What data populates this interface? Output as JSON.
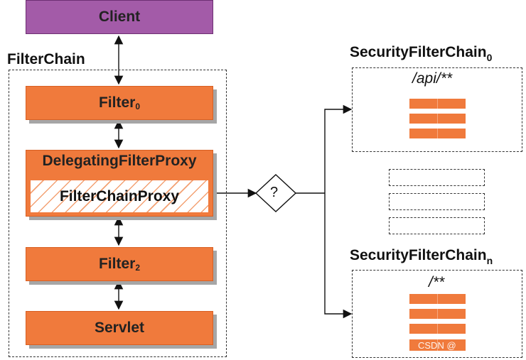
{
  "diagram": {
    "client": {
      "label": "Client"
    },
    "filter_chain": {
      "label": "FilterChain",
      "filter0": {
        "base": "Filter",
        "subscript": "0"
      },
      "delegating_proxy": {
        "label": "DelegatingFilterProxy"
      },
      "filter_chain_proxy": {
        "label": "FilterChainProxy"
      },
      "filter2": {
        "base": "Filter",
        "subscript": "2"
      },
      "servlet": {
        "label": "Servlet"
      }
    },
    "decision": {
      "label": "?"
    },
    "security_chain_0": {
      "base": "SecurityFilterChain",
      "subscript": "0",
      "pattern": "/api/**"
    },
    "security_chain_n": {
      "base": "SecurityFilterChain",
      "subscript": "n",
      "pattern": "/**"
    },
    "watermark": "CSDN @"
  },
  "colors": {
    "filter_orange": "#f07a3c",
    "client_purple": "#a35ba8",
    "shadow_gray": "#a6a6a6",
    "hatch_stripe": "#f3a173"
  }
}
